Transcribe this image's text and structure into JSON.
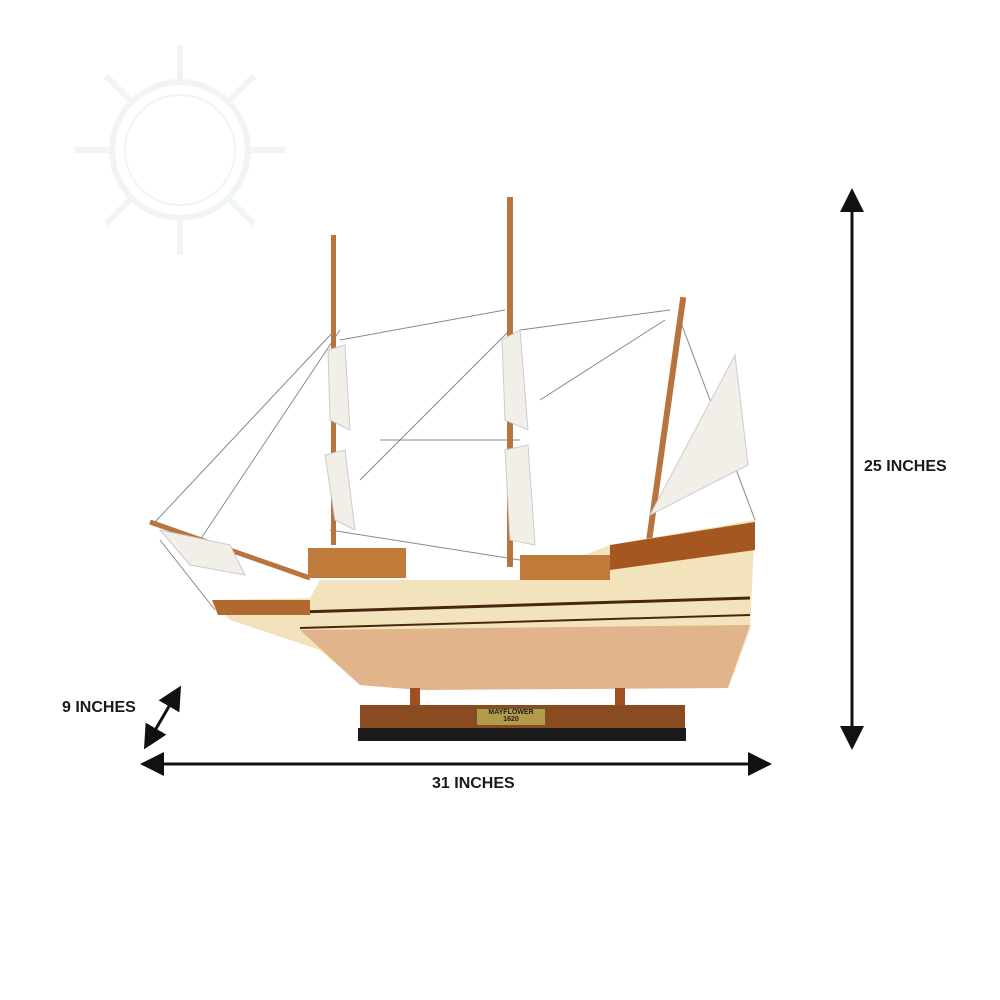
{
  "dimensions": {
    "height": "25 INCHES",
    "width": "31 INCHES",
    "depth": "9 INCHES"
  },
  "plaque": {
    "name": "MAYFLOWER",
    "year": "1620"
  },
  "colors": {
    "arrow": "#111111",
    "hull_light": "#f3e3bd",
    "hull_wood": "#e2b48c",
    "base": "#8a4a22"
  }
}
